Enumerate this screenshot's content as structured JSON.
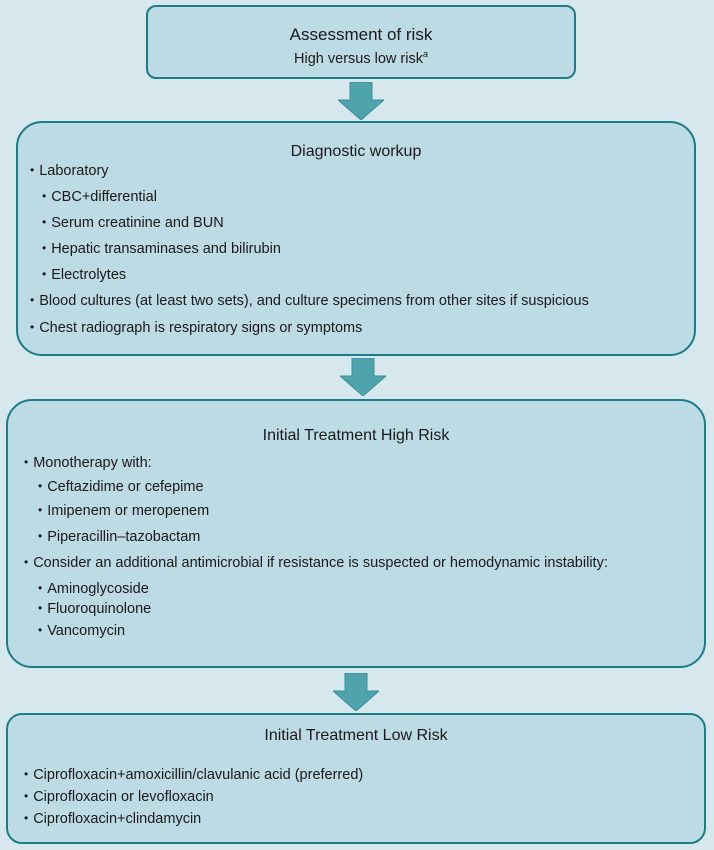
{
  "assessment": {
    "title": "Assessment of risk",
    "subtitle": "High versus low risk",
    "footnote_mark": "a"
  },
  "diagnostic": {
    "title": "Diagnostic workup",
    "items": [
      {
        "text": "Laboratory",
        "level": 1
      },
      {
        "text": "CBC+differential",
        "level": 2
      },
      {
        "text": "Serum creatinine and BUN",
        "level": 2
      },
      {
        "text": "Hepatic transaminases and bilirubin",
        "level": 2
      },
      {
        "text": "Electrolytes",
        "level": 2
      },
      {
        "text": "Blood cultures (at least two sets), and culture specimens from other sites if suspicious",
        "level": 1
      },
      {
        "text": "Chest radiograph is respiratory signs or symptoms",
        "level": 1
      }
    ]
  },
  "high_risk": {
    "title": "Initial Treatment High Risk",
    "items": [
      {
        "text": "Monotherapy with:",
        "level": 1
      },
      {
        "text": "Ceftazidime or cefepime",
        "level": 2
      },
      {
        "text": "Imipenem or meropenem",
        "level": 2
      },
      {
        "text": "Piperacillin–tazobactam",
        "level": 2
      },
      {
        "text": "Consider an additional antimicrobial if resistance is suspected or hemodynamic instability:",
        "level": 1
      },
      {
        "text": "Aminoglycoside",
        "level": 2
      },
      {
        "text": "Fluoroquinolone",
        "level": 2
      },
      {
        "text": "Vancomycin",
        "level": 2
      }
    ]
  },
  "low_risk": {
    "title": "Initial Treatment Low Risk",
    "items": [
      {
        "text": "Ciprofloxacin+amoxicillin/clavulanic acid (preferred)",
        "level": 1
      },
      {
        "text": "Ciprofloxacin or levofloxacin",
        "level": 1
      },
      {
        "text": "Ciprofloxacin+clindamycin",
        "level": 1
      }
    ]
  },
  "colors": {
    "background": "#d6e8ee",
    "box_fill": "#bddbe4",
    "border": "#1b7e86",
    "arrow": "#4fa3ad"
  }
}
